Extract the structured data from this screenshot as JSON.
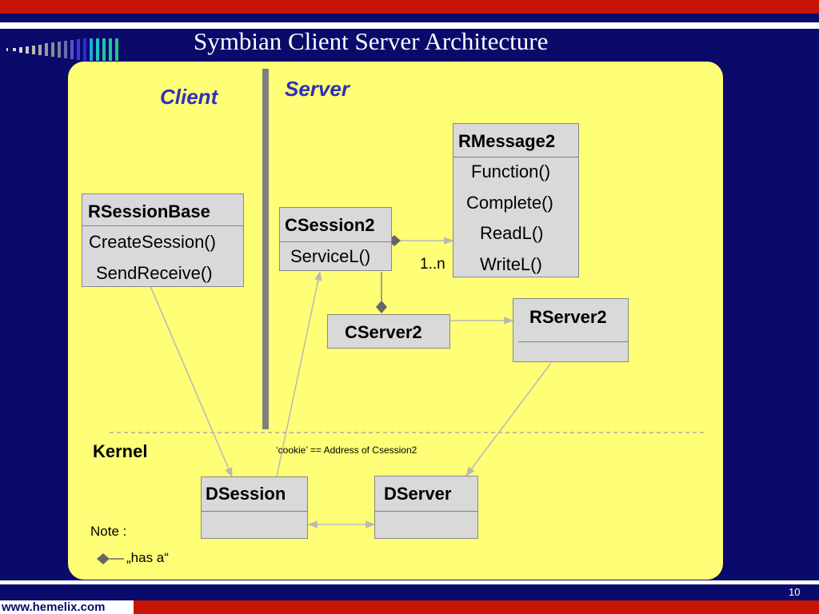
{
  "title": "Symbian Client Server Architecture",
  "sections": {
    "client": "Client",
    "server": "Server",
    "kernel": "Kernel"
  },
  "classes": {
    "rsessionbase": {
      "name": "RSessionBase",
      "methods": [
        "CreateSession()",
        "SendReceive()"
      ]
    },
    "csession2": {
      "name": "CSession2",
      "methods": [
        "ServiceL()"
      ]
    },
    "rmessage2": {
      "name": "RMessage2",
      "methods": [
        "Function()",
        "Complete()",
        "ReadL()",
        "WriteL()"
      ]
    },
    "cserver2": {
      "name": "CServer2"
    },
    "rserver2": {
      "name": "RServer2"
    },
    "dsession": {
      "name": "DSession"
    },
    "dserver": {
      "name": "DServer"
    }
  },
  "multiplicity": "1..n",
  "cookie_note": "‘cookie’ == Address of Csession2",
  "legend": {
    "note_label": "Note :",
    "has_a": "„has a“"
  },
  "footer": {
    "website": "www.hemelix.com",
    "page_number": "10"
  },
  "colors": {
    "background": "#0a0a6b",
    "bar_red": "#c81405",
    "panel": "#ffff77",
    "box_fill": "#d9d9d9",
    "divider": "#7f7f7f",
    "section_label": "#3030b8"
  }
}
